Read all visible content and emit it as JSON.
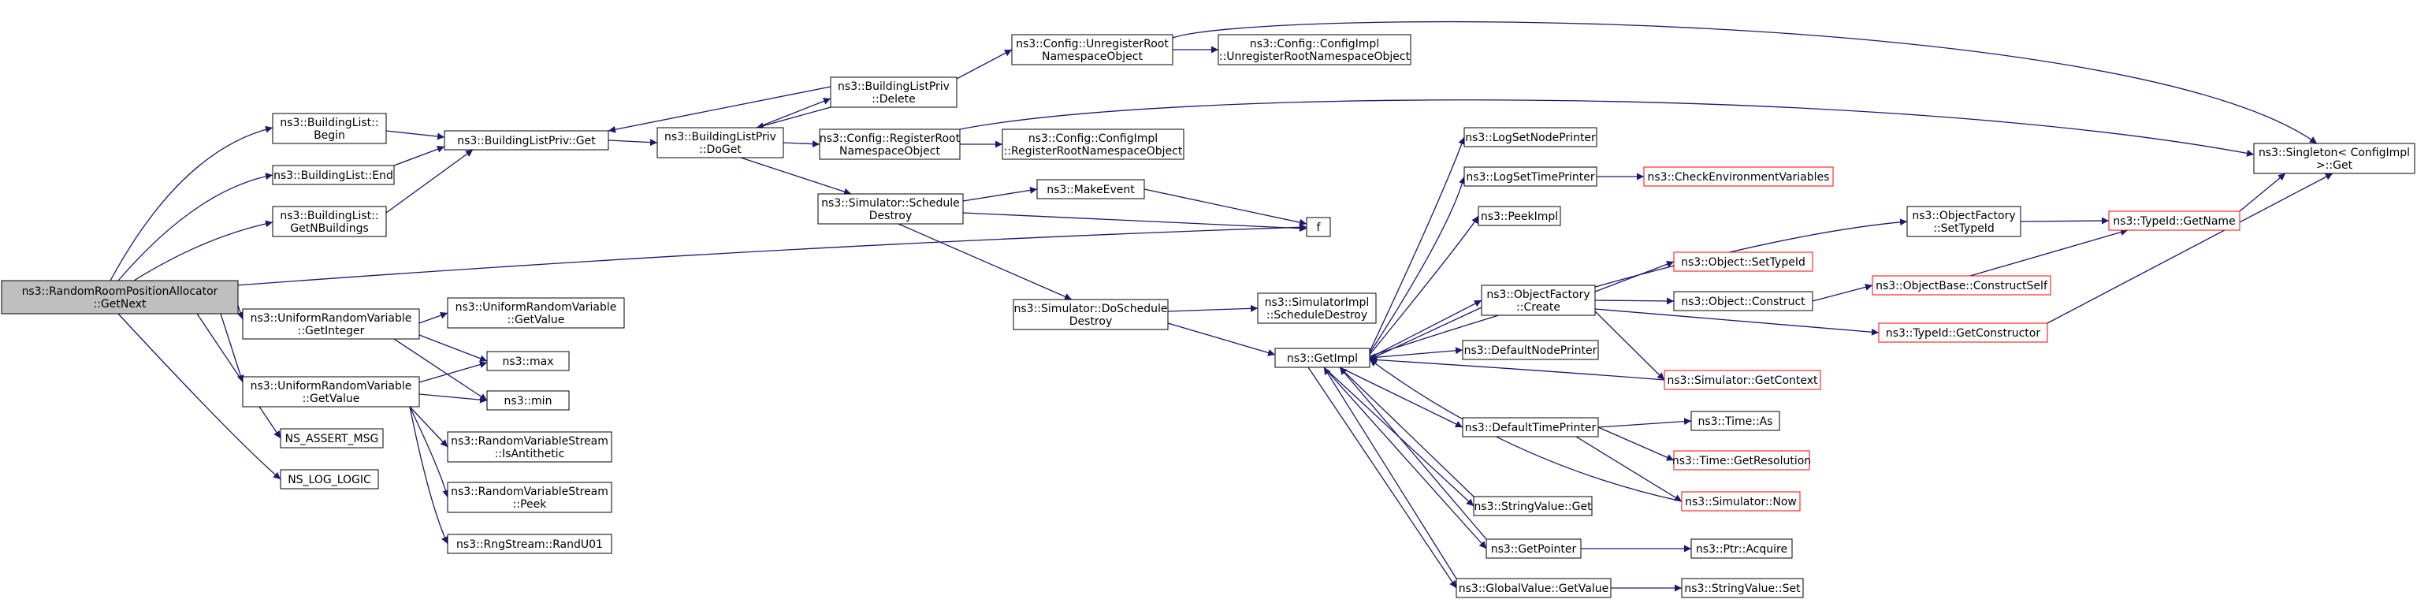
{
  "colors": {
    "edge": "#191970",
    "node_border": "#000000",
    "external_border": "#ff0000",
    "root_fill": "#bfbfbf",
    "node_fill": "#ffffff"
  },
  "nodes": [
    {
      "id": "root",
      "lines": [
        "ns3::RandomRoomPositionAllocator",
        "::GetNext"
      ],
      "kind": "root"
    },
    {
      "id": "bl_begin",
      "lines": [
        "ns3::BuildingList::",
        "Begin"
      ]
    },
    {
      "id": "bl_end",
      "lines": [
        "ns3::BuildingList::End"
      ]
    },
    {
      "id": "bl_getn",
      "lines": [
        "ns3::BuildingList::",
        "GetNBuildings"
      ]
    },
    {
      "id": "uni_int",
      "lines": [
        "ns3::UniformRandomVariable",
        "::GetInteger"
      ]
    },
    {
      "id": "uni_val",
      "lines": [
        "ns3::UniformRandomVariable",
        "::GetValue"
      ]
    },
    {
      "id": "assert",
      "lines": [
        "NS_ASSERT_MSG"
      ]
    },
    {
      "id": "loglogic",
      "lines": [
        "NS_LOG_LOGIC"
      ]
    },
    {
      "id": "blp_get",
      "lines": [
        "ns3::BuildingListPriv::Get"
      ]
    },
    {
      "id": "uni_getvalue2",
      "lines": [
        "ns3::UniformRandomVariable",
        "::GetValue"
      ]
    },
    {
      "id": "max",
      "lines": [
        "ns3::max"
      ]
    },
    {
      "id": "min",
      "lines": [
        "ns3::min"
      ]
    },
    {
      "id": "rvs_anti",
      "lines": [
        "ns3::RandomVariableStream",
        "::IsAntithetic"
      ]
    },
    {
      "id": "rvs_peek",
      "lines": [
        "ns3::RandomVariableStream",
        "::Peek"
      ]
    },
    {
      "id": "rng",
      "lines": [
        "ns3::RngStream::RandU01"
      ]
    },
    {
      "id": "blp_doget",
      "lines": [
        "ns3::BuildingListPriv",
        "::DoGet"
      ]
    },
    {
      "id": "blp_delete",
      "lines": [
        "ns3::BuildingListPriv",
        "::Delete"
      ]
    },
    {
      "id": "cfg_reg",
      "lines": [
        "ns3::Config::RegisterRoot",
        "NamespaceObject"
      ]
    },
    {
      "id": "sim_sched",
      "lines": [
        "ns3::Simulator::Schedule",
        "Destroy"
      ]
    },
    {
      "id": "cfg_unreg",
      "lines": [
        "ns3::Config::UnregisterRoot",
        "NamespaceObject"
      ]
    },
    {
      "id": "cfgimpl_unreg",
      "lines": [
        "ns3::Config::ConfigImpl",
        "::UnregisterRootNamespaceObject"
      ]
    },
    {
      "id": "cfgimpl_reg",
      "lines": [
        "ns3::Config::ConfigImpl",
        "::RegisterRootNamespaceObject"
      ]
    },
    {
      "id": "makeevent",
      "lines": [
        "ns3::MakeEvent"
      ]
    },
    {
      "id": "f",
      "lines": [
        "f"
      ]
    },
    {
      "id": "sim_dosched",
      "lines": [
        "ns3::Simulator::DoSchedule",
        "Destroy"
      ]
    },
    {
      "id": "simimpl_sched",
      "lines": [
        "ns3::SimulatorImpl",
        "::ScheduleDestroy"
      ]
    },
    {
      "id": "getimpl",
      "lines": [
        "ns3::GetImpl"
      ]
    },
    {
      "id": "lognode",
      "lines": [
        "ns3::LogSetNodePrinter"
      ]
    },
    {
      "id": "logtime",
      "lines": [
        "ns3::LogSetTimePrinter"
      ]
    },
    {
      "id": "checkenv",
      "lines": [
        "ns3::CheckEnvironmentVariables"
      ],
      "kind": "external"
    },
    {
      "id": "peekimpl",
      "lines": [
        "ns3::PeekImpl"
      ]
    },
    {
      "id": "objfac_create",
      "lines": [
        "ns3::ObjectFactory",
        "::Create"
      ]
    },
    {
      "id": "defnode",
      "lines": [
        "ns3::DefaultNodePrinter"
      ]
    },
    {
      "id": "deftime",
      "lines": [
        "ns3::DefaultTimePrinter"
      ]
    },
    {
      "id": "strget",
      "lines": [
        "ns3::StringValue::Get"
      ]
    },
    {
      "id": "getptr",
      "lines": [
        "ns3::GetPointer"
      ]
    },
    {
      "id": "gv_get",
      "lines": [
        "ns3::GlobalValue::GetValue"
      ]
    },
    {
      "id": "objfac_settype",
      "lines": [
        "ns3::ObjectFactory",
        "::SetTypeId"
      ]
    },
    {
      "id": "obj_settype",
      "lines": [
        "ns3::Object::SetTypeId"
      ],
      "kind": "external"
    },
    {
      "id": "obj_construct",
      "lines": [
        "ns3::Object::Construct"
      ]
    },
    {
      "id": "sim_getctx",
      "lines": [
        "ns3::Simulator::GetContext"
      ],
      "kind": "external"
    },
    {
      "id": "time_as",
      "lines": [
        "ns3::Time::As"
      ]
    },
    {
      "id": "time_res",
      "lines": [
        "ns3::Time::GetResolution"
      ],
      "kind": "external"
    },
    {
      "id": "sim_now",
      "lines": [
        "ns3::Simulator::Now"
      ],
      "kind": "external"
    },
    {
      "id": "ptr_acquire",
      "lines": [
        "ns3::Ptr::Acquire"
      ]
    },
    {
      "id": "str_set",
      "lines": [
        "ns3::StringValue::Set"
      ]
    },
    {
      "id": "typeid_getname",
      "lines": [
        "ns3::TypeId::GetName"
      ],
      "kind": "external"
    },
    {
      "id": "objbase_construct",
      "lines": [
        "ns3::ObjectBase::ConstructSelf"
      ],
      "kind": "external"
    },
    {
      "id": "typeid_getctor",
      "lines": [
        "ns3::TypeId::GetConstructor"
      ],
      "kind": "external"
    },
    {
      "id": "singleton",
      "lines": [
        "ns3::Singleton< ConfigImpl",
        ">::Get"
      ]
    }
  ]
}
